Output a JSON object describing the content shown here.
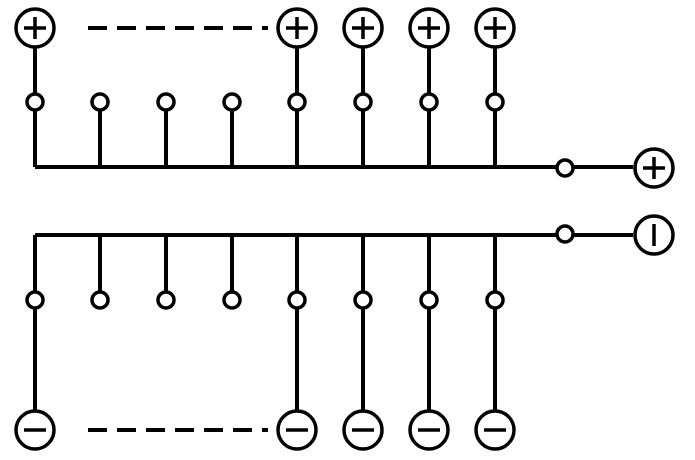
{
  "diagram": {
    "description_visible_text": [],
    "top_bus": {
      "branch_count": 8,
      "battery_terminals": [
        "+",
        "+",
        "+",
        "+",
        "+"
      ],
      "output_terminal": "+",
      "series_break": "dashed"
    },
    "bottom_bus": {
      "branch_count": 8,
      "battery_terminals": [
        "-",
        "-",
        "-",
        "-",
        "-"
      ],
      "output_terminal": "-",
      "series_break": "dashed"
    },
    "colors": {
      "stroke": "#000000",
      "background": "#ffffff"
    },
    "icons": {
      "positive": "plus-terminal-icon",
      "negative": "minus-terminal-icon",
      "node": "connection-node-icon"
    }
  }
}
